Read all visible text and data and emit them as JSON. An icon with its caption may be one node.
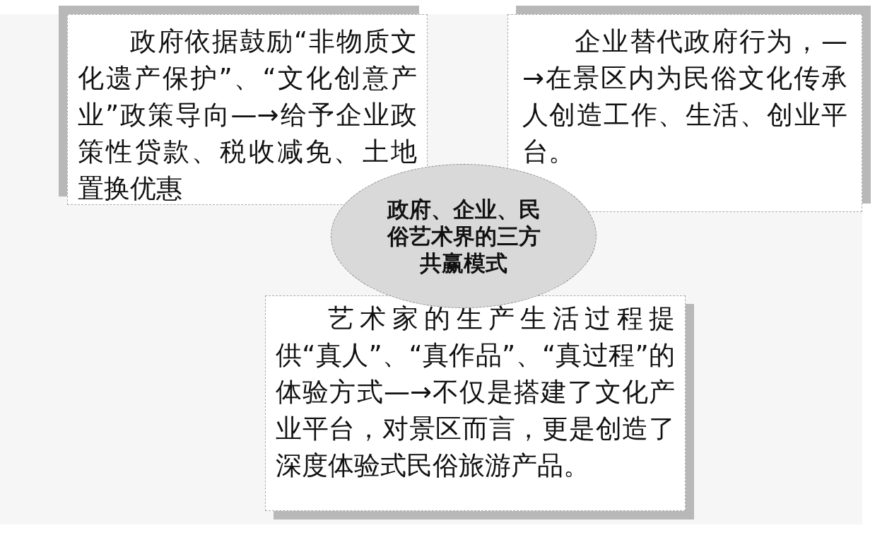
{
  "diagram": {
    "nodes": [
      {
        "text": [
          "政府依据鼓励“非物质文化遗产保护”、“文化创意产业”政策导向—→给予企业政策性贷款、税收减免、土地置换优惠"
        ]
      },
      {
        "text": [
          "企业替代政府行为，—→在景区内为民俗文化传承人创造工作、生活、创业平台。"
        ]
      },
      {
        "text": [
          "政府、企业、民俗艺术界的三方共赢模式"
        ]
      },
      {
        "text": [
          "艺术家的生产生活过程提供“真人”、“真作品”、“真过程”的体验方式—→不仅是搭建了文化产业平台，对景区而言，更是创造了深度体验式民俗旅游产品。"
        ]
      }
    ],
    "edges": []
  }
}
